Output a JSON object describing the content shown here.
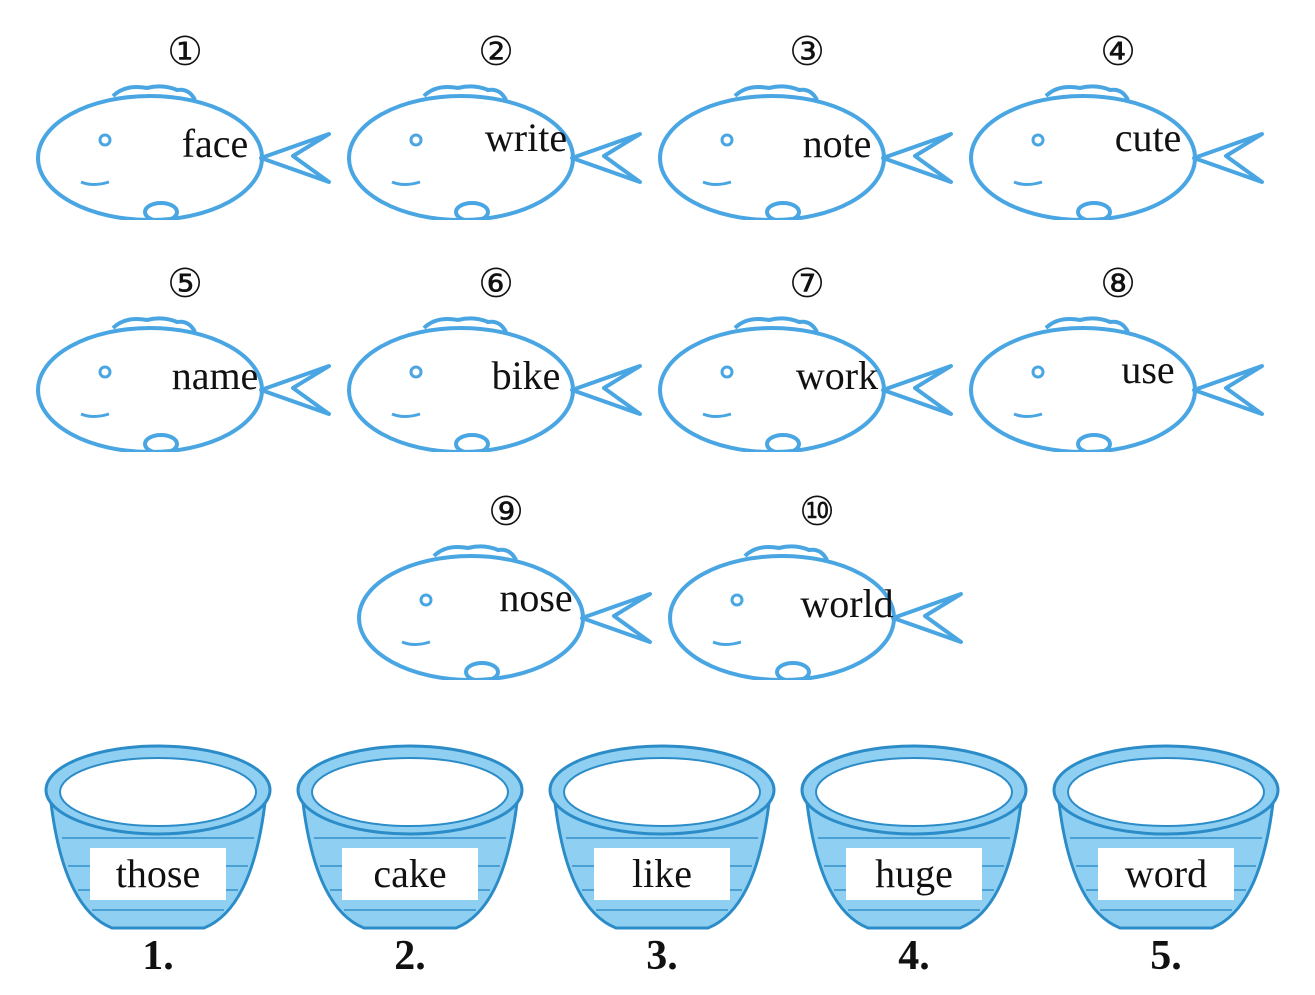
{
  "accent_color": "#4aa6e3",
  "fish": [
    {
      "number": "①",
      "word": "face"
    },
    {
      "number": "②",
      "word": "write"
    },
    {
      "number": "③",
      "word": "note"
    },
    {
      "number": "④",
      "word": "cute"
    },
    {
      "number": "⑤",
      "word": "name"
    },
    {
      "number": "⑥",
      "word": "bike"
    },
    {
      "number": "⑦",
      "word": "work"
    },
    {
      "number": "⑧",
      "word": "use"
    },
    {
      "number": "⑨",
      "word": "nose"
    },
    {
      "number": "⑩",
      "word": "world"
    }
  ],
  "baskets": [
    {
      "label": "those",
      "index": "1."
    },
    {
      "label": "cake",
      "index": "2."
    },
    {
      "label": "like",
      "index": "3."
    },
    {
      "label": "huge",
      "index": "4."
    },
    {
      "label": "word",
      "index": "5."
    }
  ]
}
